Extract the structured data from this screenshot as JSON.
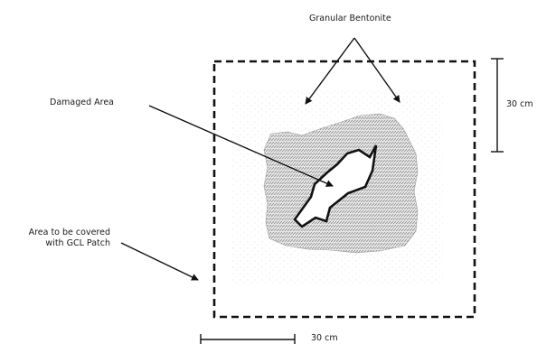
{
  "labels": {
    "granular_bentonite": "Granular Bentonite",
    "damaged_area": "Damaged Area",
    "area_covered_line1": "Area to be covered",
    "area_covered_line2": "with GCL Patch",
    "scale_vertical": "30 cm",
    "scale_horizontal": "30 cm"
  },
  "colors": {
    "ink": "#111111",
    "bentonite_fill": "#e6e6e6",
    "hatch": "#8a8a8a",
    "speckle": "#cccccc"
  }
}
